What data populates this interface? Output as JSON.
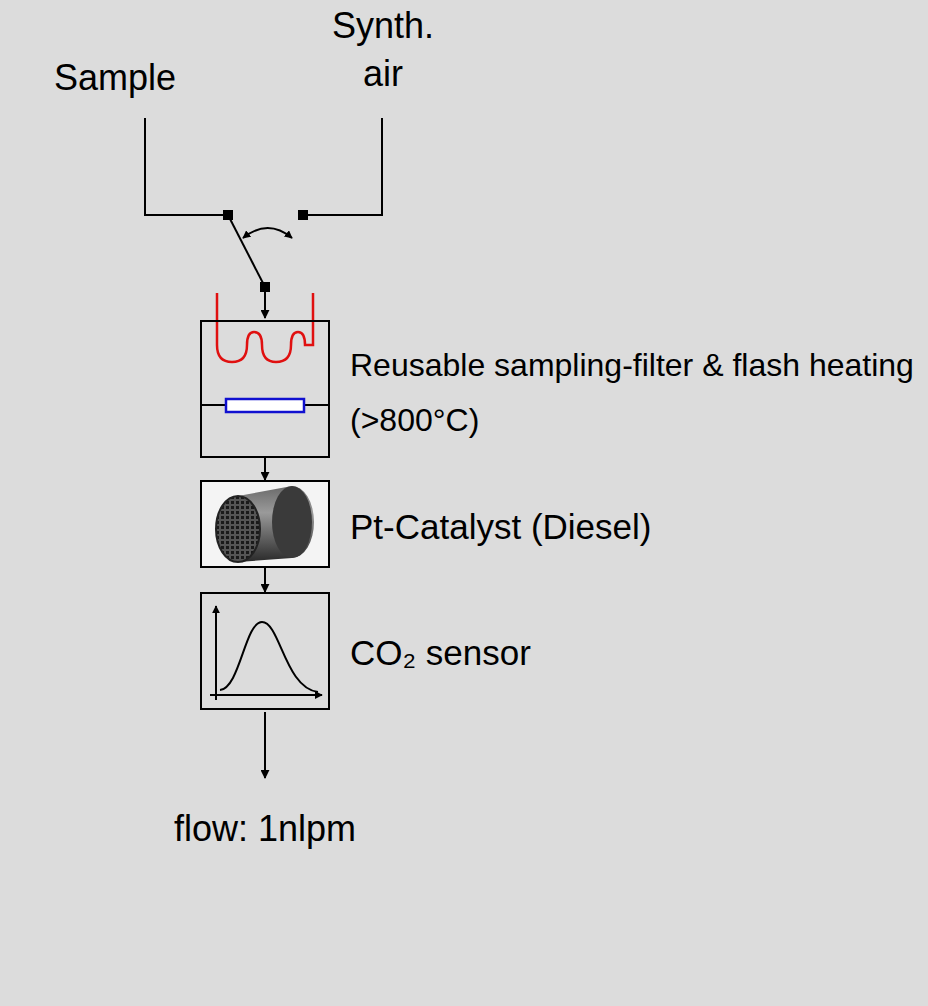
{
  "diagram": {
    "nodes": [
      {
        "text": [
          "Reusable sampling-filter & flash heating (>800°C)"
        ]
      },
      {
        "text": [
          "Pt-Catalyst (Diesel)"
        ]
      },
      {
        "text": [
          "CO₂ sensor"
        ]
      }
    ],
    "edges": [
      {
        "from": 0,
        "to": 1,
        "arrow": "to"
      },
      {
        "from": 1,
        "to": 2,
        "arrow": "to"
      }
    ],
    "labels": [
      "Sample",
      "Synth. air",
      "flow: 1nlpm"
    ]
  }
}
